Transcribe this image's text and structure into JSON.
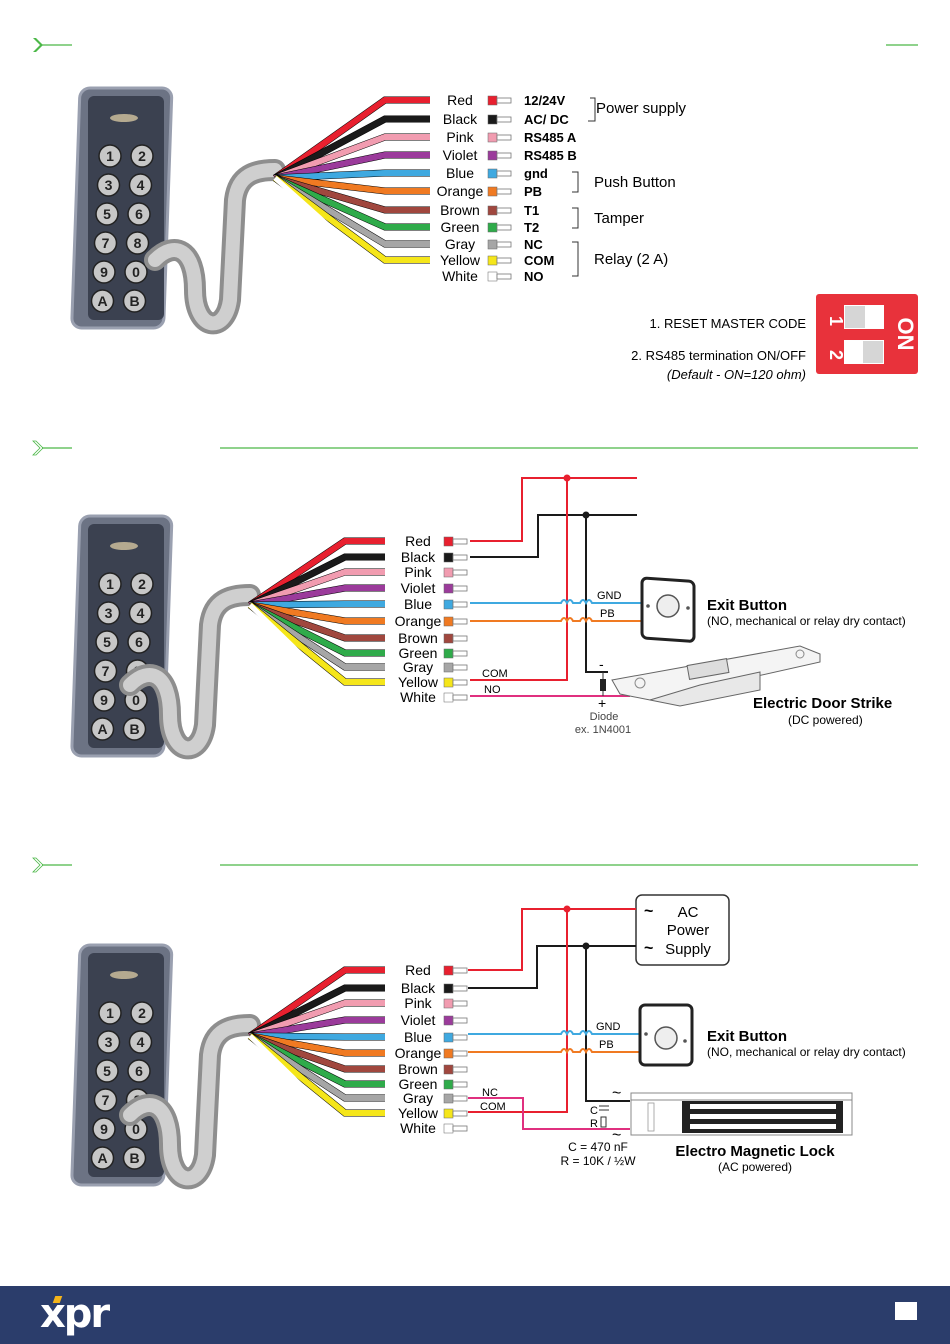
{
  "colors": {
    "accent_green": "#4cb848",
    "footer_bg": "#2b3d6b",
    "logo_accent": "#f4b41a",
    "dip_red": "#e8323b",
    "wire_magenta": "#e0307f"
  },
  "section1": {
    "wires": [
      {
        "name": "Red",
        "color": "#e8202f",
        "terminal": "12/24V"
      },
      {
        "name": "Black",
        "color": "#1a1a1a",
        "terminal": "AC/ DC"
      },
      {
        "name": "Pink",
        "color": "#f19cb0",
        "terminal": "RS485 A"
      },
      {
        "name": "Violet",
        "color": "#9b3b9b",
        "terminal": "RS485 B"
      },
      {
        "name": "Blue",
        "color": "#3fa9e0",
        "terminal": "gnd"
      },
      {
        "name": "Orange",
        "color": "#f07a22",
        "terminal": "PB"
      },
      {
        "name": "Brown",
        "color": "#a0473e",
        "terminal": "T1"
      },
      {
        "name": "Green",
        "color": "#2fab4a",
        "terminal": "T2"
      },
      {
        "name": "Gray",
        "color": "#a6a6a6",
        "terminal": "NC"
      },
      {
        "name": "Yellow",
        "color": "#f5e61a",
        "terminal": "COM"
      },
      {
        "name": "White",
        "color": "#ffffff",
        "terminal": "NO"
      }
    ],
    "groups": {
      "power": "Power supply",
      "push": "Push Button",
      "tamper": "Tamper",
      "relay": "Relay (2 A)"
    },
    "dip": {
      "item1": "1. RESET MASTER CODE",
      "item2": "2. RS485 termination ON/OFF",
      "item2_note": "(Default - ON=120 ohm)",
      "switch1_label": "1",
      "switch2_label": "2",
      "on_label": "ON"
    }
  },
  "section2": {
    "wire_labels": [
      "Red",
      "Black",
      "Pink",
      "Violet",
      "Blue",
      "Orange",
      "Brown",
      "Green",
      "Gray",
      "Yellow",
      "White"
    ],
    "gnd_label": "GND",
    "pb_label": "PB",
    "com_label": "COM",
    "no_label": "NO",
    "minus": "-",
    "plus": "+",
    "diode_label": "Diode",
    "diode_example": "ex. 1N4001",
    "exit_title": "Exit Button",
    "exit_sub": "(NO, mechanical or relay dry contact)",
    "strike_title": "Electric Door Strike",
    "strike_sub": "(DC powered)"
  },
  "section3": {
    "wire_labels": [
      "Red",
      "Black",
      "Pink",
      "Violet",
      "Blue",
      "Orange",
      "Brown",
      "Green",
      "Gray",
      "Yellow",
      "White"
    ],
    "ac_line1": "AC",
    "ac_line2": "Power",
    "ac_line3": "Supply",
    "tilde": "~",
    "gnd_label": "GND",
    "pb_label": "PB",
    "nc_label": "NC",
    "com_label": "COM",
    "c_label": "C",
    "r_label": "R",
    "c_value": "C = 470 nF",
    "r_value": "R = 10K / ½W",
    "exit_title": "Exit Button",
    "exit_sub": "(NO, mechanical or relay dry contact)",
    "lock_title": "Electro Magnetic Lock",
    "lock_sub": "(AC powered)"
  },
  "keypad": {
    "keys": [
      "1",
      "2",
      "3",
      "4",
      "5",
      "6",
      "7",
      "8",
      "9",
      "0",
      "A",
      "B"
    ]
  },
  "footer": {
    "logo": "xpr"
  }
}
